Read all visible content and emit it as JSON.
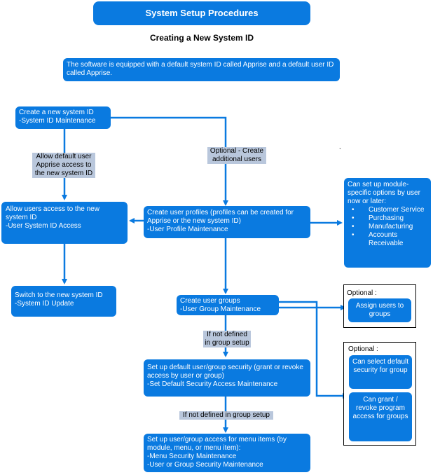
{
  "header": {
    "title": "System Setup Procedures",
    "subtitle": "Creating a New System ID"
  },
  "intro": "The software is equipped with a default system ID called Apprise and a default user ID called Apprise.",
  "nodes": {
    "create_system_id": [
      "Create a new system ID",
      "-System ID Maintenance"
    ],
    "allow_users": [
      "Allow users access to the new system ID",
      "-User System ID Access"
    ],
    "switch_system_id": [
      "Switch to the new system ID",
      "-System ID Update"
    ],
    "create_profiles": [
      "Create user profiles (profiles can be created for Apprise or the new system ID)",
      "-User Profile Maintenance"
    ],
    "create_groups": [
      "Create user groups",
      "-User Group Maintenance"
    ],
    "default_security": [
      "Set up default user/group security (grant or revoke access by user or group)",
      "-Set Default Security Access Maintenance"
    ],
    "menu_access": [
      "Set up user/group access for menu items (by module, menu, or menu item):",
      "-Menu Security Maintenance",
      "-User or Group Security Maintenance"
    ],
    "module_options": {
      "text": "Can set up module-specific options by user now or later:",
      "items": [
        "Customer Service",
        "Purchasing",
        "Manufacturing",
        "Accounts Receivable"
      ]
    },
    "assign_users": "Assign users to groups",
    "select_default": "Can select default security for group",
    "grant_revoke": "Can grant / revoke program access for groups"
  },
  "labels": {
    "allow_default": "Allow default user Apprise access to the new system ID",
    "optional_create": "Optional - Create additional users",
    "if_not_defined_1": "If not defined in group setup",
    "if_not_defined_2": "If not defined in group setup",
    "optional_1": "Optional :",
    "optional_2": "Optional :"
  },
  "colors": {
    "box": "#0a7ae0",
    "connector": "#0a7ae0",
    "tag": "#b9c7dc"
  }
}
